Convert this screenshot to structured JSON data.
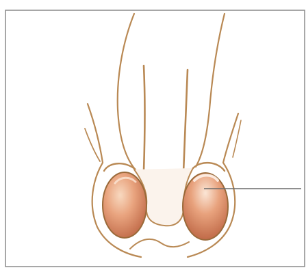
{
  "diagram": {
    "style": "anatomical line illustration",
    "colors": {
      "frame": "#8a8a8a",
      "outline": "#b98954",
      "outline_dark": "#9a6a3a",
      "fill_light": "#f4c9a7",
      "fill_mid": "#e9a47f",
      "fill_dark": "#c8734f",
      "leader_line": "#6a6a6a",
      "background": "#ffffff"
    },
    "parts": {
      "shaft": "shaft-outline",
      "left_testis": "left-testis",
      "right_testis": "right-testis",
      "scrotum": "scrotum-outline"
    }
  }
}
